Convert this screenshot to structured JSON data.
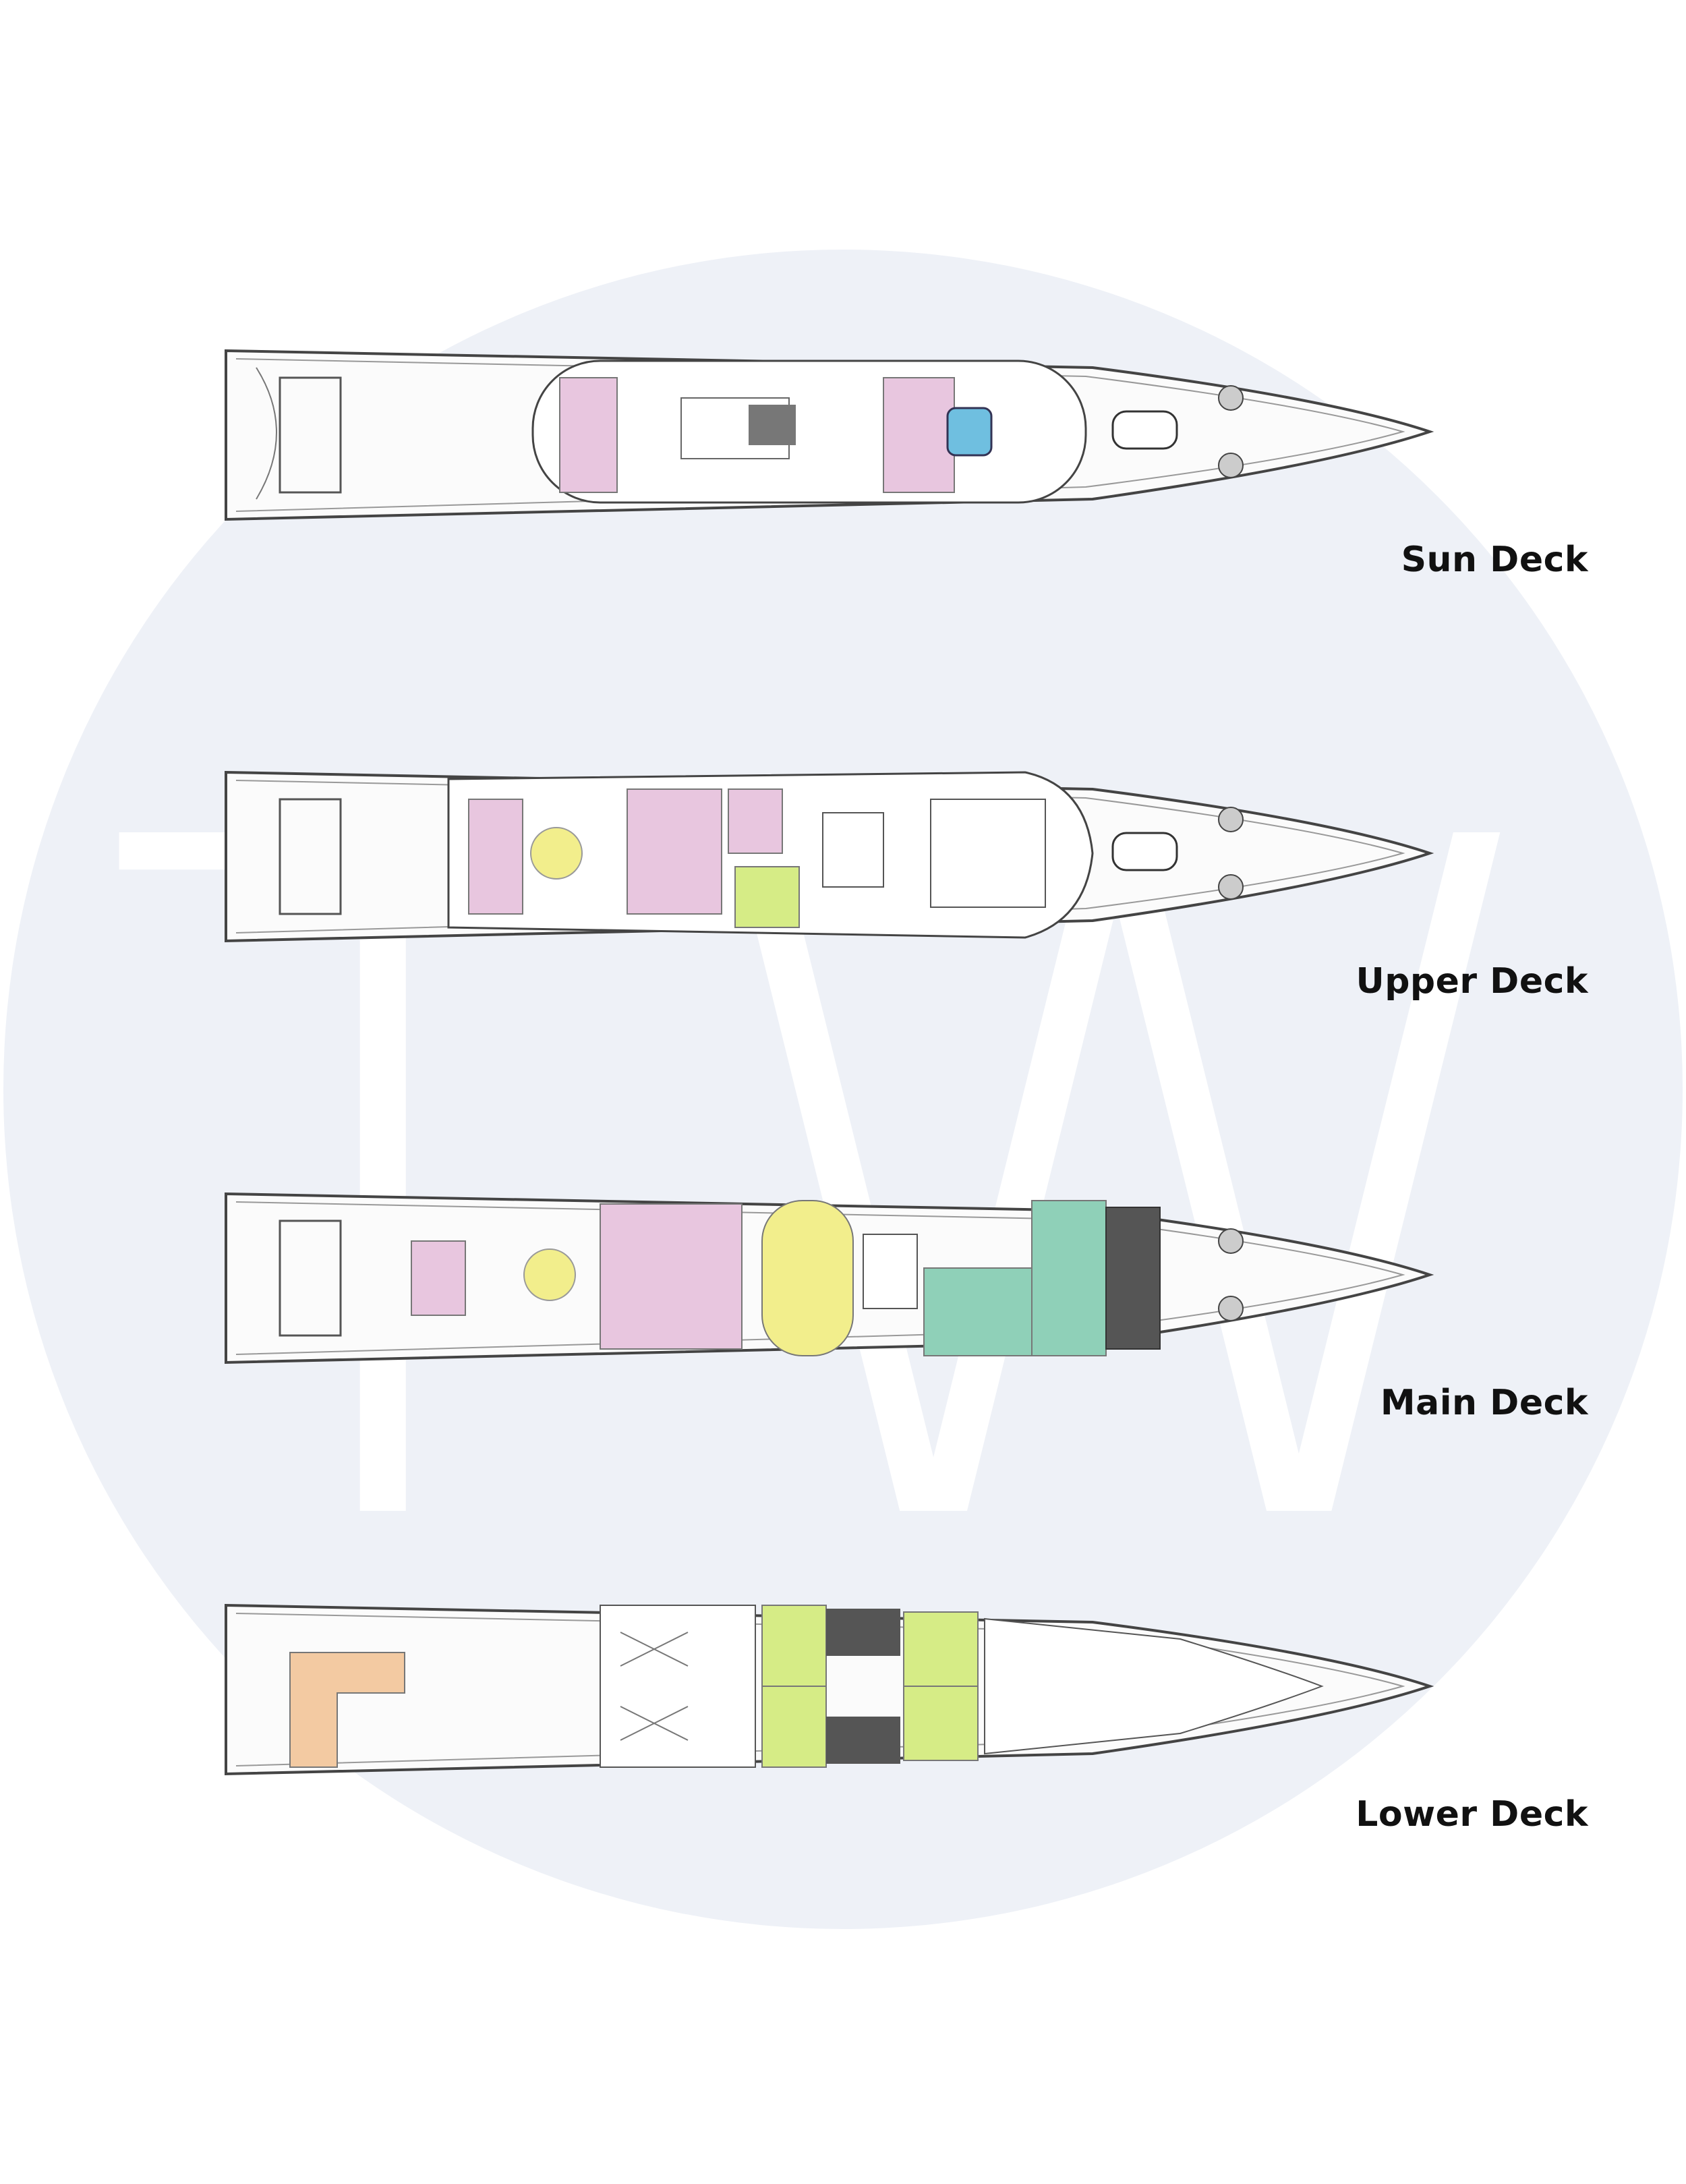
{
  "decks": [
    {
      "label": "Sun Deck"
    },
    {
      "label": "Upper Deck"
    },
    {
      "label": "Main Deck"
    },
    {
      "label": "Lower Deck"
    }
  ],
  "watermark": {
    "text": "TW",
    "color": "#eef1f7"
  },
  "colors": {
    "outline": "#444444",
    "line": "#888888",
    "guest_lounge": "#e8c6df",
    "pool": "#6fbfe0",
    "dining": "#f2ee8c",
    "cabin": "#d6ec86",
    "owner": "#8fd0b8",
    "crew_dark": "#555555",
    "tender_bay": "#f3caa2"
  }
}
